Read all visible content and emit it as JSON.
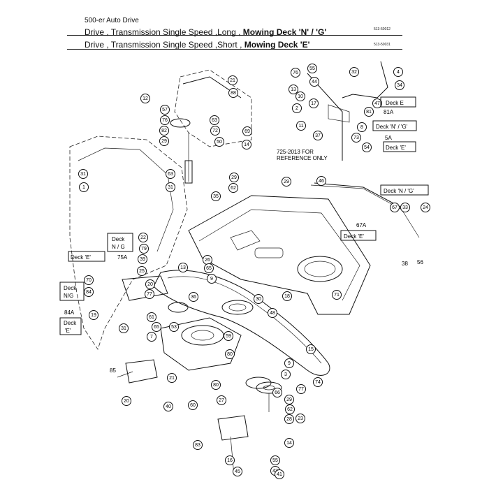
{
  "header": {
    "series": "500-er  Auto Drive",
    "line1_prefix": "Drive , Transmission Single Speed ,Long , ",
    "line1_bold": "Mowing Deck 'N' / 'G'",
    "line1_partno": "513-50012",
    "line2_prefix": "Drive , Transmission Single Speed ,Short , ",
    "line2_bold": "Mowing Deck 'E'",
    "line2_partno": "513-50031"
  },
  "reference_note": [
    "725-2013 FOR",
    "REFERENCE ONLY"
  ],
  "deck_labels": {
    "deck_e_top": "Deck  E",
    "deck_ng_top": "Deck 'N' / 'G'",
    "deck_e_mid": "Deck  'E'",
    "deck_ng_right": "Deck 'N / 'G'",
    "deck_e_right": "Deck  'E'",
    "deck_ng_left1": "Deck",
    "deck_ng_left2": "N / G",
    "deck_e_left": "Deck 'E'",
    "deck_ng_left3": "Deck",
    "deck_ng_left4": "N/G",
    "deck_e_lower1": "Deck",
    "deck_e_lower2": "'E'"
  },
  "part_callouts": [
    {
      "n": "55"
    },
    {
      "n": "32"
    },
    {
      "n": "4"
    },
    {
      "n": "76"
    },
    {
      "n": "44"
    },
    {
      "n": "34"
    },
    {
      "n": "13"
    },
    {
      "n": "10"
    },
    {
      "n": "47"
    },
    {
      "n": "2"
    },
    {
      "n": "17"
    },
    {
      "n": "81"
    },
    {
      "n": "11"
    },
    {
      "n": "8"
    },
    {
      "n": "37"
    },
    {
      "n": "73"
    },
    {
      "n": "54"
    },
    {
      "n": "21"
    },
    {
      "n": "88"
    },
    {
      "n": "12"
    },
    {
      "n": "57"
    },
    {
      "n": "76"
    },
    {
      "n": "63"
    },
    {
      "n": "72"
    },
    {
      "n": "82"
    },
    {
      "n": "29"
    },
    {
      "n": "50"
    },
    {
      "n": "69"
    },
    {
      "n": "14"
    },
    {
      "n": "31"
    },
    {
      "n": "1"
    },
    {
      "n": "63"
    },
    {
      "n": "31"
    },
    {
      "n": "29"
    },
    {
      "n": "62"
    },
    {
      "n": "35"
    },
    {
      "n": "29"
    },
    {
      "n": "46"
    },
    {
      "n": "67"
    },
    {
      "n": "33"
    },
    {
      "n": "24"
    },
    {
      "n": "22"
    },
    {
      "n": "79"
    },
    {
      "n": "39"
    },
    {
      "n": "25"
    },
    {
      "n": "20"
    },
    {
      "n": "77"
    },
    {
      "n": "70"
    },
    {
      "n": "84"
    },
    {
      "n": "19"
    },
    {
      "n": "13"
    },
    {
      "n": "26"
    },
    {
      "n": "9"
    },
    {
      "n": "36"
    },
    {
      "n": "30"
    },
    {
      "n": "48"
    },
    {
      "n": "18"
    },
    {
      "n": "65"
    },
    {
      "n": "71"
    },
    {
      "n": "31"
    },
    {
      "n": "61"
    },
    {
      "n": "65"
    },
    {
      "n": "53"
    },
    {
      "n": "7"
    },
    {
      "n": "59"
    },
    {
      "n": "15"
    },
    {
      "n": "80"
    },
    {
      "n": "9"
    },
    {
      "n": "21"
    },
    {
      "n": "80"
    },
    {
      "n": "3"
    },
    {
      "n": "74"
    },
    {
      "n": "20"
    },
    {
      "n": "40"
    },
    {
      "n": "60"
    },
    {
      "n": "27"
    },
    {
      "n": "66"
    },
    {
      "n": "77"
    },
    {
      "n": "29"
    },
    {
      "n": "62"
    },
    {
      "n": "28"
    },
    {
      "n": "23"
    },
    {
      "n": "14"
    },
    {
      "n": "83"
    },
    {
      "n": "16"
    },
    {
      "n": "55"
    },
    {
      "n": "43"
    },
    {
      "n": "45"
    },
    {
      "n": "41"
    }
  ],
  "plain_labels": {
    "p81a": "81A",
    "p5a": "5A",
    "p67a": "67A",
    "p75a": "75A",
    "p84a": "84A",
    "p85": "85",
    "p38": "38",
    "p56": "56"
  }
}
